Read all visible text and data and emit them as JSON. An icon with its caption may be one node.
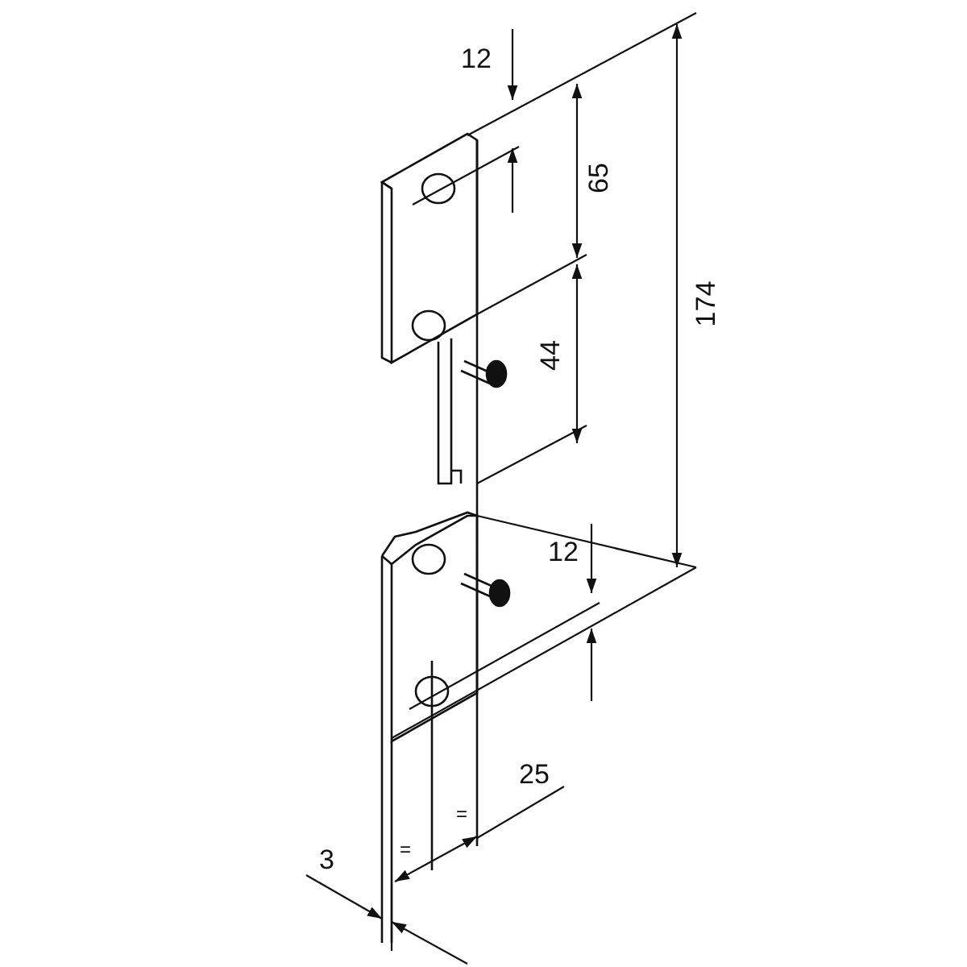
{
  "diagram": {
    "labels": [
      "12",
      "65",
      "174",
      "44",
      "12",
      "25",
      "=",
      "=",
      "3"
    ]
  }
}
